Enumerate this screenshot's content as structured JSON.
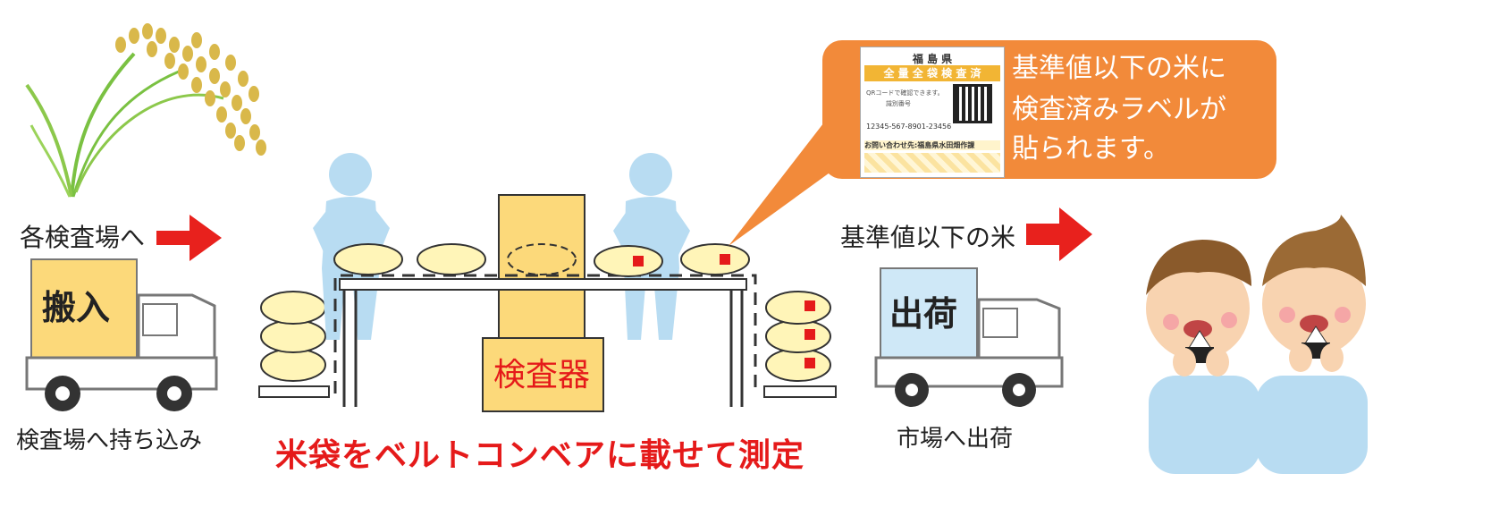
{
  "steps": {
    "to_sites_label": "各検査場へ",
    "carry_in_box": "搬入",
    "carry_in_caption": "検査場へ持ち込み",
    "inspector_label": "検査器",
    "conveyor_caption": "米袋をベルトコンベアに載せて測定",
    "passed_rice_label": "基準値以下の米",
    "ship_box": "出荷",
    "ship_caption": "市場へ出荷"
  },
  "callout": {
    "lines": [
      "基準値以下の米に",
      "検査済みラベルが",
      "貼られます。"
    ],
    "label": {
      "prefecture": "福 島 県",
      "banner": "全 量 全 袋 検 査 済",
      "qr_note": "QRコードで確認できます。",
      "id_caption": "識別番号",
      "id_number": "12345-567-8901-23456",
      "contact": "お問い合わせ先:福島県水田畑作課"
    }
  },
  "colors": {
    "arrow": "#e8211d",
    "caption_red": "#e51a1a",
    "callout_orange": "#f28a3a",
    "box_yellow": "#fcd97a",
    "box_blue": "#cfe8f7",
    "bag_fill": "#fff5b8",
    "worker_blue": "#b8dcf2"
  }
}
